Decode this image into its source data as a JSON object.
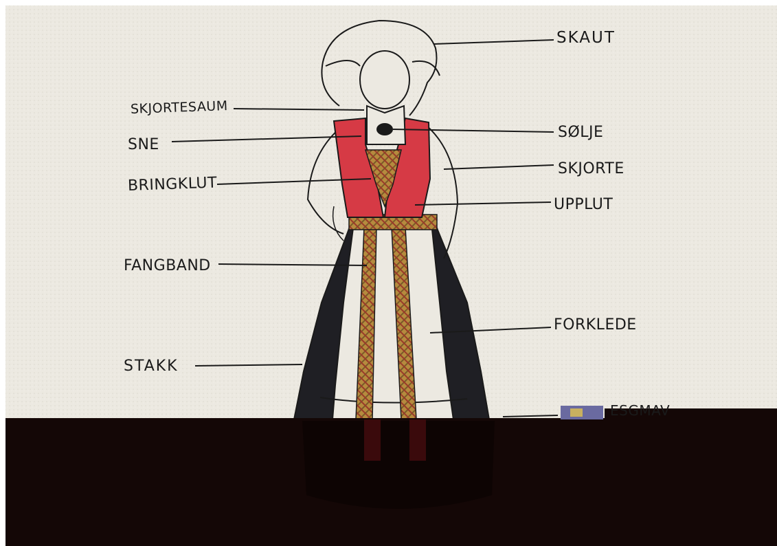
{
  "diagram": {
    "labels": {
      "skaut": "SKAUT",
      "skjortesaum": "SKJORTESAUM",
      "solje": "SØLJE",
      "sne": "SNE",
      "skjorte": "SKJORTE",
      "bringklut": "BRINGKLUT",
      "upplut": "UPPLUT",
      "fangband": "FANGBAND",
      "forklede": "FORKLEDE",
      "stakk": "STAKK",
      "bottom_label_fragment": "ESGMAV"
    },
    "colors": {
      "paper": "#ece9e1",
      "vest_red": "#d63a45",
      "skirt_black": "#1f1f24",
      "plaid_gold": "#b58b3e",
      "ink": "#1a1a1a",
      "dark_band": "#140706"
    }
  }
}
